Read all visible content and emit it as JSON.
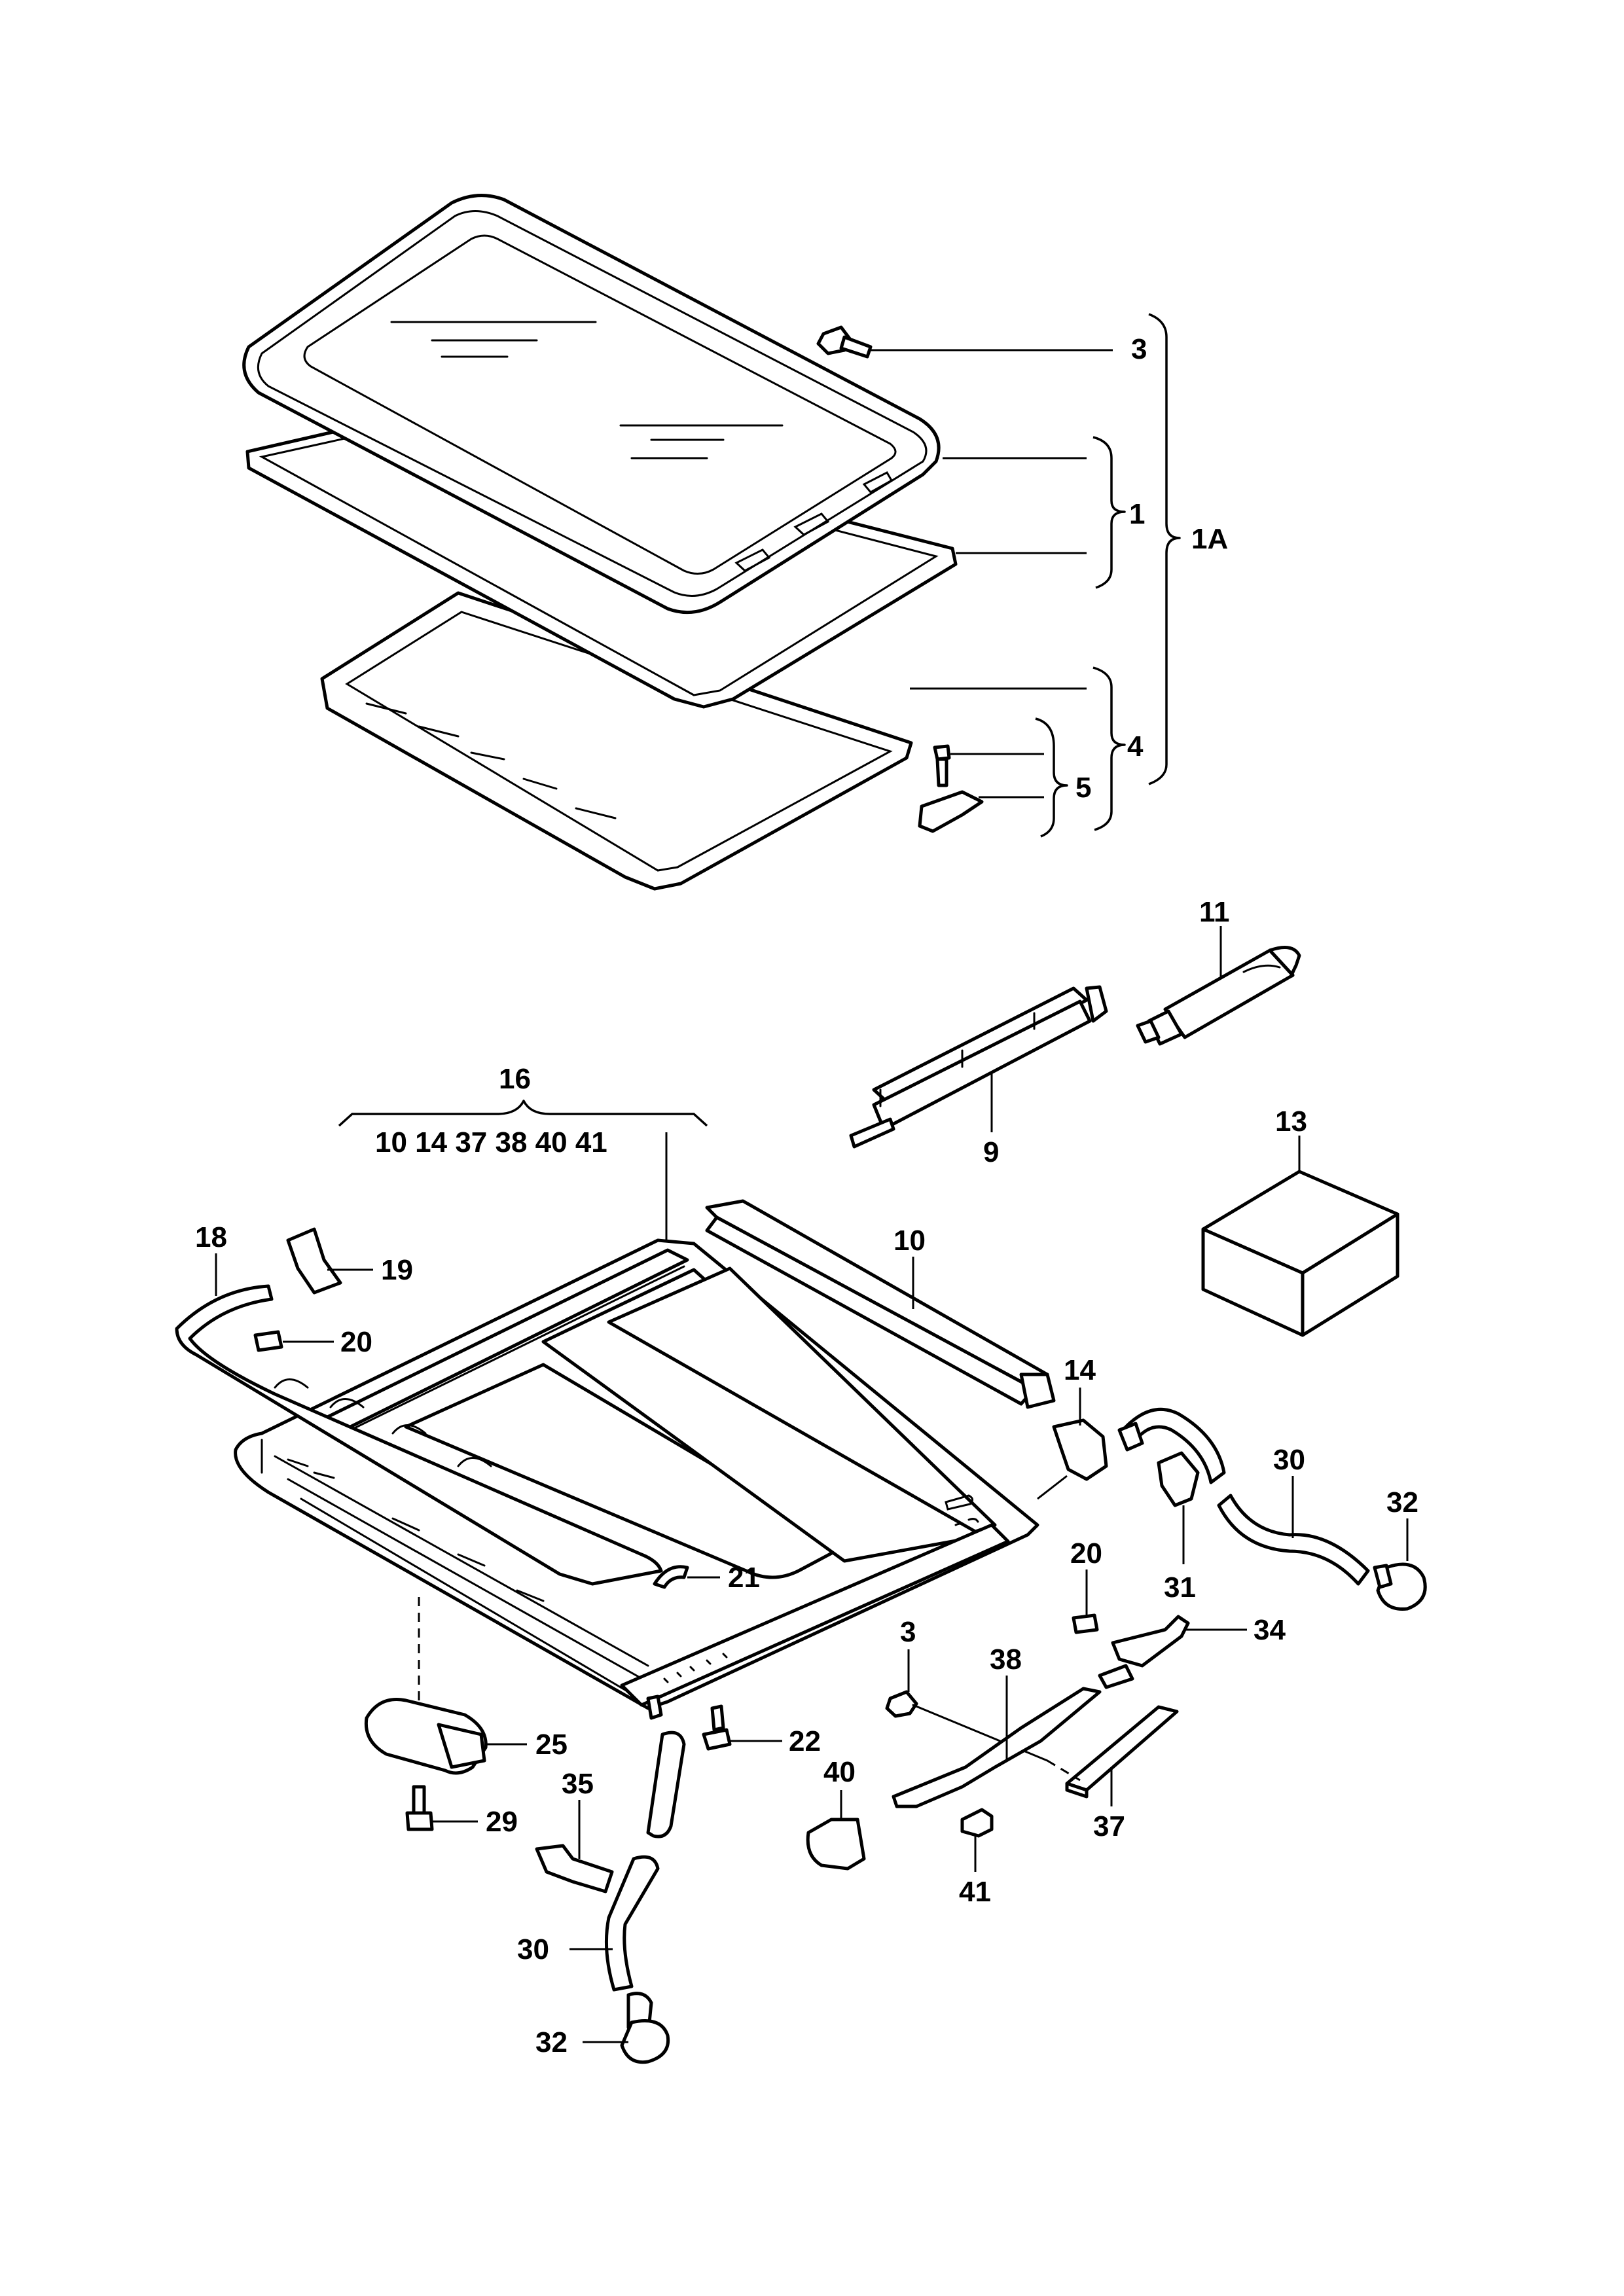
{
  "labels": {
    "l_3_top": "3",
    "l_1": "1",
    "l_1A": "1A",
    "l_4": "4",
    "l_5": "5",
    "l_11": "11",
    "l_9": "9",
    "l_13": "13",
    "l_16": "16",
    "l_16_list": "10 14 37 38 40 41",
    "l_18": "18",
    "l_19": "19",
    "l_20_left": "20",
    "l_10": "10",
    "l_14": "14",
    "l_30_right": "30",
    "l_32_right": "32",
    "l_20_right": "20",
    "l_31": "31",
    "l_34": "34",
    "l_21": "21",
    "l_3_low": "3",
    "l_38": "38",
    "l_25": "25",
    "l_22": "22",
    "l_40": "40",
    "l_35": "35",
    "l_29": "29",
    "l_37": "37",
    "l_41": "41",
    "l_30_low": "30",
    "l_32_low": "32"
  }
}
